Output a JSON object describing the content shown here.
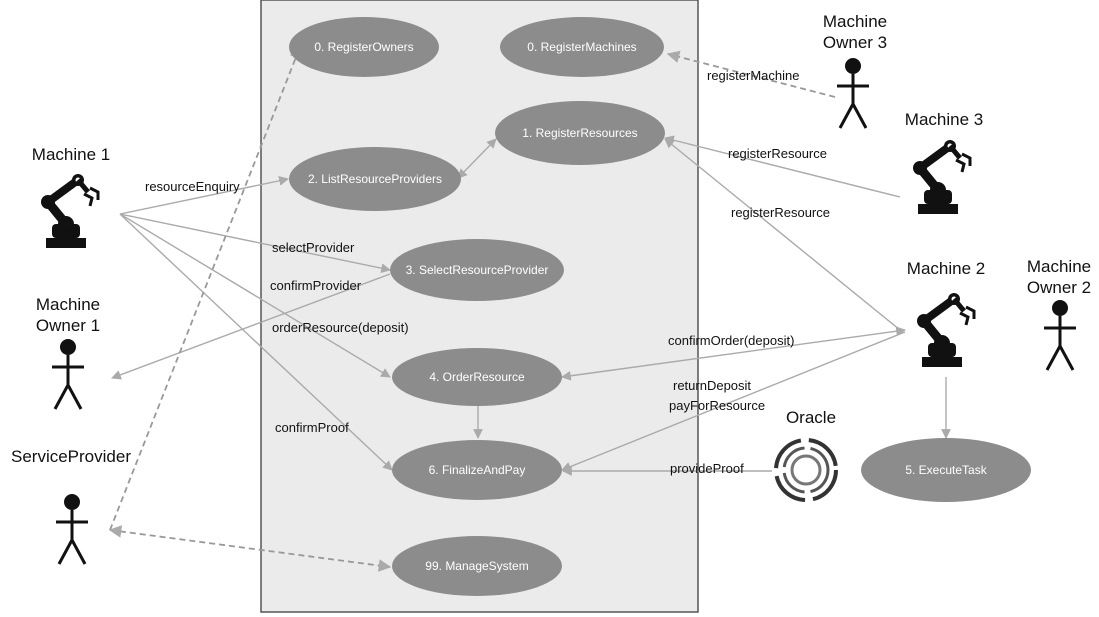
{
  "colors": {
    "system_box_fill": "#ebebeb",
    "system_box_stroke": "#555555",
    "use_case_fill": "#8c8c8c",
    "use_case_text": "#ffffff",
    "edge": "#aaaaaa",
    "text": "#111111"
  },
  "actors": {
    "machine_1": "Machine 1",
    "machine_owner_1": "Machine Owner 1",
    "service_provider": "ServiceProvider",
    "machine_owner_3": "Machine Owner 3",
    "machine_3": "Machine 3",
    "machine_2": "Machine 2",
    "machine_owner_2": "Machine Owner 2",
    "oracle": "Oracle"
  },
  "use_cases": {
    "register_owners": "0. RegisterOwners",
    "register_machines": "0. RegisterMachines",
    "register_resources": "1. RegisterResources",
    "list_resource_providers": "2. ListResourceProviders",
    "select_resource_provider": "3. SelectResourceProvider",
    "order_resource": "4. OrderResource",
    "finalize_and_pay": "6. FinalizeAndPay",
    "manage_system": "99. ManageSystem",
    "execute_task": "5. ExecuteTask"
  },
  "edge_labels": {
    "resource_enquiry": "resourceEnquiry",
    "select_provider": "selectProvider",
    "confirm_provider": "confirmProvider",
    "order_resource_deposit": "orderResource(deposit)",
    "confirm_proof": "confirmProof",
    "register_machine": "registerMachine",
    "register_resource_1": "registerResource",
    "register_resource_2": "registerResource",
    "confirm_order_deposit": "confirmOrder(deposit)",
    "return_deposit": "returnDeposit",
    "pay_for_resource": "payForResource",
    "provide_proof": "provideProof"
  }
}
